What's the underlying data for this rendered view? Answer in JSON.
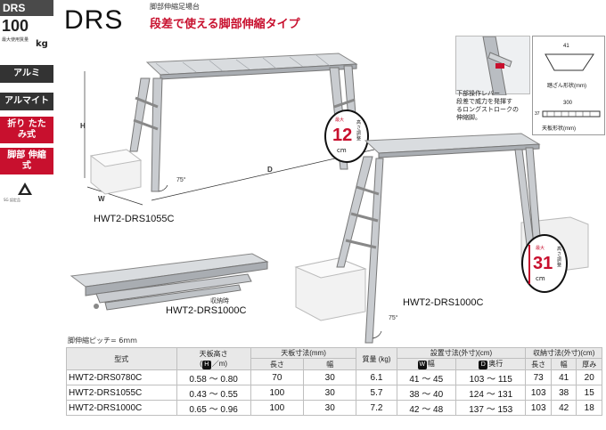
{
  "sidebar": {
    "series": "DRS",
    "max_load": "100",
    "max_load_label": "最大使用質量",
    "max_load_unit": "kg",
    "tags": [
      "アルミ",
      "アルマイト",
      "折り たたみ式",
      "脚部 伸縮式"
    ],
    "cert_text": "SG 認定品"
  },
  "header": {
    "title": "DRS",
    "subtitle": "脚部伸縮足場台",
    "tagline": "段差で使える脚部伸縮タイプ"
  },
  "figures": {
    "model_main": "HWT2-DRS1055C",
    "model_folded": "HWT2-DRS1000C",
    "folded_label": "収納時",
    "model_right": "HWT2-DRS1000C",
    "dim_H": "H",
    "dim_W": "W",
    "dim_D": "D",
    "angle": "75°",
    "adjust_left": {
      "top": "最大",
      "num": "12",
      "unit": "cm",
      "side": "高さ調整"
    },
    "adjust_right": {
      "top": "最大",
      "num": "31",
      "unit": "cm",
      "side": "高さ調整"
    },
    "lever_desc": [
      "下部操作レバー",
      "段差で威力を発揮す",
      "るロングストロークの",
      "伸縮脚。"
    ],
    "section_brace": {
      "dim": "41",
      "label": "踏ざん形状(mm)"
    },
    "section_top": {
      "dim": "300",
      "side": "37",
      "label": "天板形状(mm)"
    }
  },
  "table": {
    "pitch_note": "脚伸縮ピッチ= 6mm",
    "headers": {
      "model": "型式",
      "height": "天板高さ",
      "height_unit": "H",
      "height_unit_tail": "／m)",
      "top_size": "天板寸法(mm)",
      "length": "長さ",
      "width": "幅",
      "weight": "質量 (kg)",
      "installed": "設置寸法(外寸)(cm)",
      "inst_w": "幅",
      "inst_w_badge": "W",
      "inst_d": "奥行",
      "inst_d_badge": "D",
      "stored": "収納寸法(外寸)(cm)",
      "st_l": "長さ",
      "st_w": "幅",
      "st_t": "厚み"
    },
    "rows": [
      {
        "model": "HWT2-DRS0780C",
        "height": "0.58 ～ 0.80",
        "length": "70",
        "width": "30",
        "weight": "6.1",
        "inst_w": "41 ～ 45",
        "inst_d": "103 ～ 115",
        "st_l": "73",
        "st_w": "41",
        "st_t": "20"
      },
      {
        "model": "HWT2-DRS1055C",
        "height": "0.43 ～ 0.55",
        "length": "100",
        "width": "30",
        "weight": "5.7",
        "inst_w": "38 ～ 40",
        "inst_d": "124 ～ 131",
        "st_l": "103",
        "st_w": "38",
        "st_t": "15"
      },
      {
        "model": "HWT2-DRS1000C",
        "height": "0.65 ～ 0.96",
        "length": "100",
        "width": "30",
        "weight": "7.2",
        "inst_w": "42 ～ 48",
        "inst_d": "137 ～ 153",
        "st_l": "103",
        "st_w": "42",
        "st_t": "18"
      }
    ]
  },
  "colors": {
    "accent": "#c8102e",
    "dark": "#333333",
    "metal": "#c9ccd0"
  }
}
